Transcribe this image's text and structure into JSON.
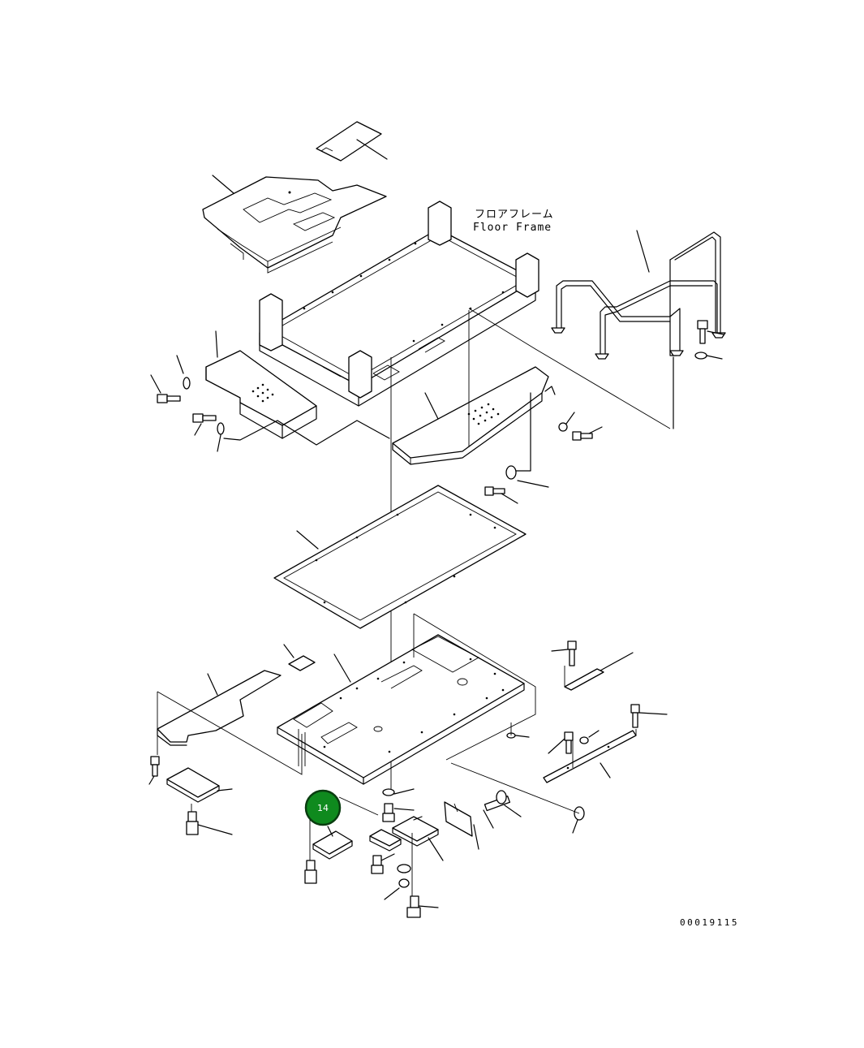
{
  "diagram": {
    "frame_label_jp": "フロアフレーム",
    "frame_label_en": "Floor Frame",
    "drawing_code": "00019115",
    "callout": {
      "number": "14",
      "color": "#0f8a1e",
      "ring_color": "#0a3d10"
    }
  }
}
